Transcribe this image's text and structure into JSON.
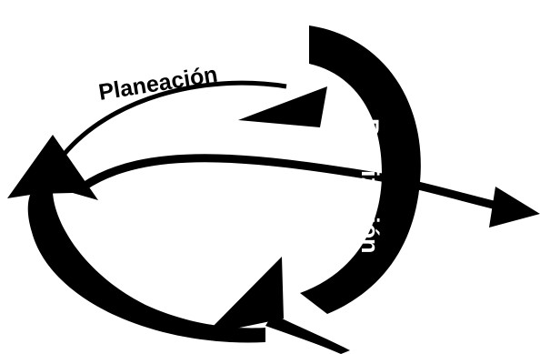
{
  "diagram": {
    "stages": [
      {
        "id": "planeacion",
        "label": "Planeación"
      },
      {
        "id": "realizacion",
        "label": "Realización"
      }
    ],
    "colors": {
      "background": "#ffffff",
      "arrow_fill": "#000000",
      "text_dark": "#000000",
      "text_light": "#ffffff"
    }
  }
}
